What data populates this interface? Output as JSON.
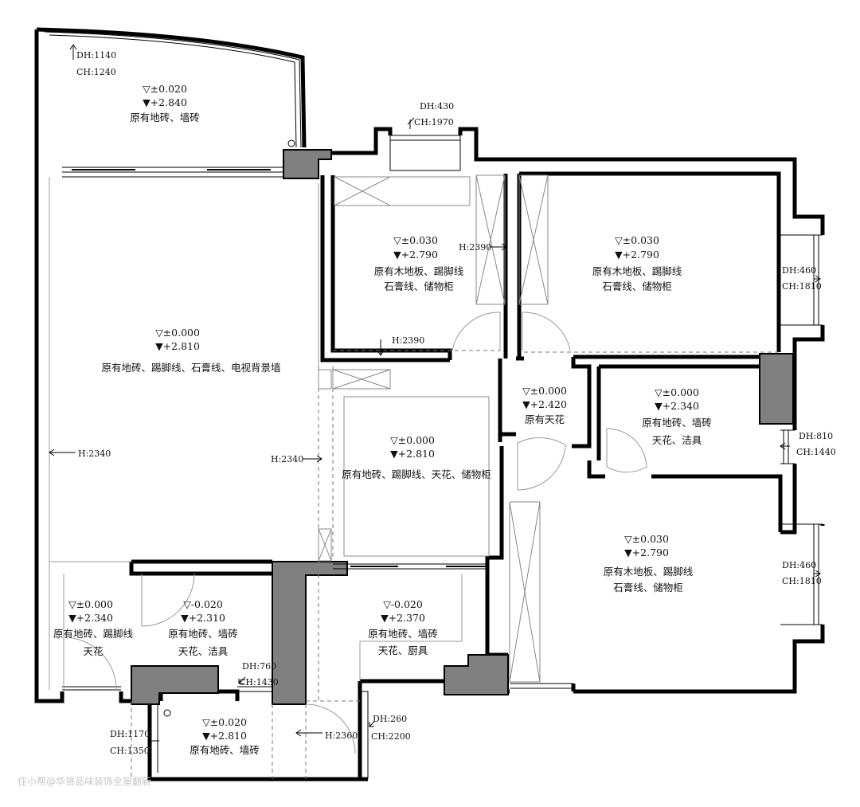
{
  "rooms": [
    {
      "id": "balcony-top",
      "level": "▽±0.020",
      "ceiling": "▼+2.840",
      "desc": [
        "原有地砖、墙砖"
      ]
    },
    {
      "id": "living-room",
      "level": "▽±0.000",
      "ceiling": "▼+2.810",
      "desc": [
        "原有地砖、踢脚线、石膏线、电视背景墙"
      ]
    },
    {
      "id": "bedroom-1",
      "level": "▽±0.030",
      "ceiling": "▼+2.790",
      "desc": [
        "原有木地板、踢脚线",
        "石膏线、储物柜"
      ]
    },
    {
      "id": "bedroom-2",
      "level": "▽±0.030",
      "ceiling": "▼+2.790",
      "desc": [
        "原有木地板、踢脚线",
        "石膏线、储物柜"
      ]
    },
    {
      "id": "hallway",
      "level": "▽±0.000",
      "ceiling": "▼+2.420",
      "desc": [
        "原有天花"
      ]
    },
    {
      "id": "bathroom-1",
      "level": "▽±0.000",
      "ceiling": "▼+2.340",
      "desc": [
        "原有地砖、墙砖",
        "天花、洁具"
      ]
    },
    {
      "id": "dining",
      "level": "▽±0.000",
      "ceiling": "▼+2.810",
      "desc": [
        "原有地砖、踢脚线、天花、储物柜"
      ]
    },
    {
      "id": "bedroom-3",
      "level": "▽±0.030",
      "ceiling": "▼+2.790",
      "desc": [
        "原有木地板、踢脚线",
        "石膏线、储物柜"
      ]
    },
    {
      "id": "entry",
      "level": "▽±0.000",
      "ceiling": "▼+2.340",
      "desc": [
        "原有地砖、踢脚线",
        "天花"
      ]
    },
    {
      "id": "bathroom-2",
      "level": "▽-0.020",
      "ceiling": "▼+2.310",
      "desc": [
        "原有地砖、墙砖",
        "天花、洁具"
      ]
    },
    {
      "id": "kitchen",
      "level": "▽-0.020",
      "ceiling": "▼+2.370",
      "desc": [
        "原有地砖、墙砖",
        "天花、厨具"
      ]
    },
    {
      "id": "balcony-bottom",
      "level": "▽±0.020",
      "ceiling": "▼+2.810",
      "desc": [
        "原有地砖、墙砖"
      ]
    }
  ],
  "dimensions": {
    "dh1140": "DH:1140",
    "ch1240": "CH:1240",
    "dh430": "DH:430",
    "ch1970": "CH:1970",
    "h2390a": "H:2390",
    "h2390b": "H:2390",
    "dh460a": "DH:460",
    "ch1810a": "CH:1810",
    "dh810": "DH:810",
    "ch1440": "CH:1440",
    "dh460b": "DH:460",
    "ch1810b": "CH:1810",
    "h2340a": "H:2340",
    "h2340b": "H:2340",
    "dh760": "DH:760",
    "ch1430": "CH:1430",
    "dh1170": "DH:1170",
    "ch1350": "CH:1350",
    "h2360": "H:2360",
    "dh260": "DH:260",
    "ch2200": "CH:2200"
  },
  "watermark": "住小帮@华哥品味装饰全屋翻新"
}
